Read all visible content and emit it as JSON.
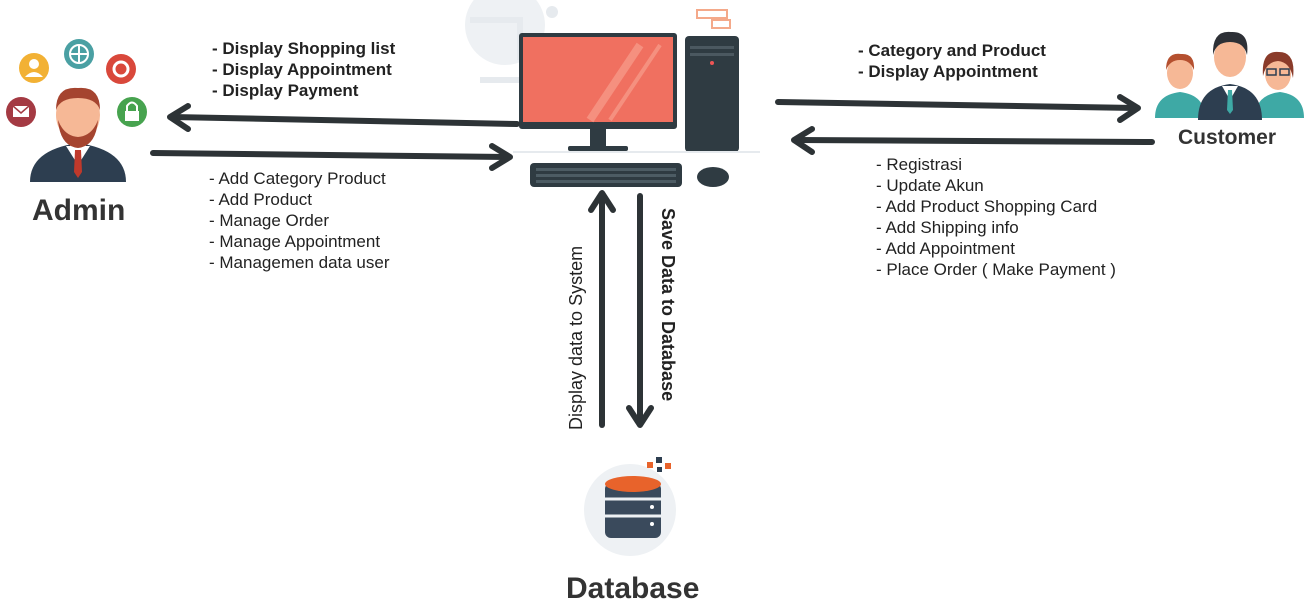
{
  "admin": {
    "label": "Admin",
    "outputs_to_admin": [
      "Display Shopping list",
      "Display Appointment",
      "Display Payment"
    ],
    "inputs_from_admin": [
      "Add Category Product",
      "Add Product",
      "Manage Order",
      "Manage Appointment",
      "Managemen data user"
    ]
  },
  "customer": {
    "label": "Customer",
    "outputs_to_customer": [
      "Category and Product",
      "Display Appointment"
    ],
    "inputs_from_customer": [
      "Registrasi",
      "Update Akun",
      "Add Product Shopping Card",
      "Add Shipping info",
      "Add Appointment",
      "Place Order ( Make Payment )"
    ]
  },
  "database": {
    "label": "Database",
    "display_label": "Display data to System",
    "save_label": "Save Data to Database"
  },
  "colors": {
    "arrow": "#2d3336",
    "screen": "#f07060",
    "monitor": "#2f3b42",
    "db_top": "#e8632b",
    "db_body": "#3a4a5c"
  }
}
